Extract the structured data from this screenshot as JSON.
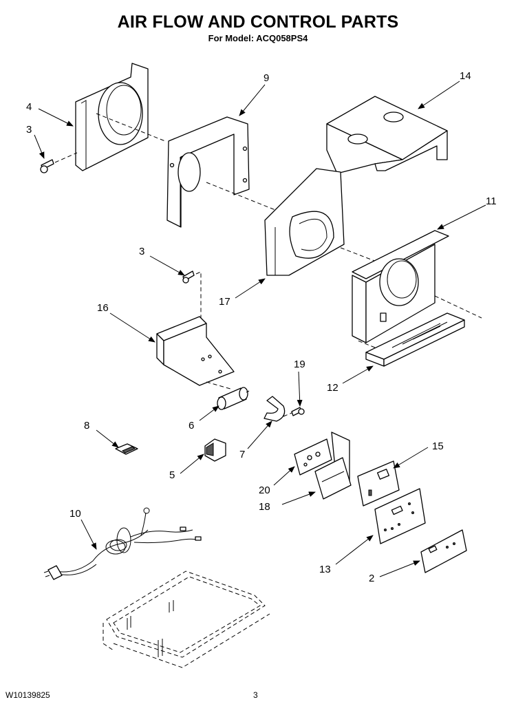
{
  "header": {
    "title": "AIR FLOW AND CONTROL PARTS",
    "subtitle": "For Model: ACQ058PS4"
  },
  "footer": {
    "doc_number": "W10139825",
    "page_number": "3"
  },
  "callouts": {
    "c2": "2",
    "c3a": "3",
    "c3b": "3",
    "c4": "4",
    "c5": "5",
    "c6": "6",
    "c7": "7",
    "c8": "8",
    "c9": "9",
    "c10": "10",
    "c11": "11",
    "c12": "12",
    "c13": "13",
    "c14": "14",
    "c15": "15",
    "c16": "16",
    "c17": "17",
    "c18": "18",
    "c19": "19",
    "c20": "20"
  }
}
